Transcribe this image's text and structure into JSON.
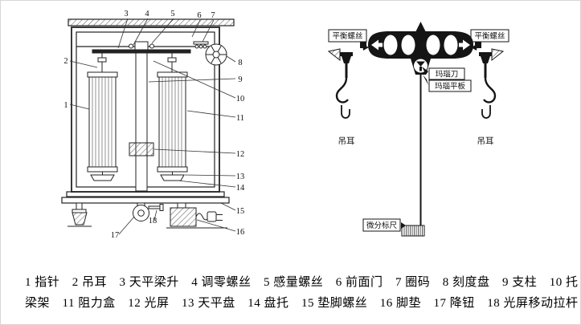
{
  "canvas": {
    "background": "#ffffff",
    "ink": "#1a1a1a",
    "border": "#d6d6d6"
  },
  "left_diagram": {
    "callouts": [
      "1",
      "2",
      "3",
      "4",
      "5",
      "6",
      "7",
      "8",
      "9",
      "10",
      "11",
      "12",
      "13",
      "14",
      "15",
      "16",
      "17",
      "18"
    ]
  },
  "right_diagram": {
    "labels": {
      "balance_screw_left": "平衡螺丝",
      "balance_screw_right": "平衡螺丝",
      "agate_knife": "玛瑙刀",
      "agate_plate": "玛瑙平板",
      "hanger_left": "吊耳",
      "hanger_right": "吊耳",
      "micro_scale": "微分标尺"
    }
  },
  "legend": {
    "line1": "1 指针　2 吊耳　3 天平梁升　4 调零螺丝　5 感量螺丝　6 前面门　7 圈码　8 刻度盘　9 支柱　10 托",
    "line2": "梁架　11 阻力盒　12 光屏　13 天平盘　14 盘托　15 垫脚螺丝　16 脚垫　17 降钮　18 光屏移动拉杆"
  }
}
